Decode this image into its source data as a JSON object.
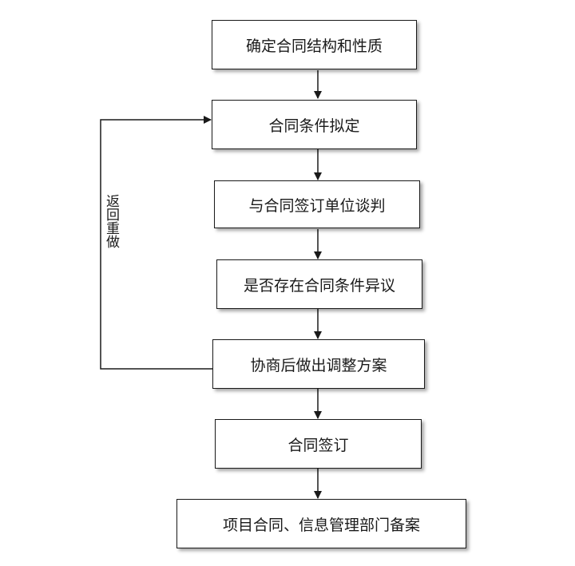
{
  "flow": {
    "steps": [
      {
        "label": "确定合同结构和性质"
      },
      {
        "label": "合同条件拟定"
      },
      {
        "label": "与合同签订单位谈判"
      },
      {
        "label": "是否存在合同条件异议"
      },
      {
        "label": "协商后做出调整方案"
      },
      {
        "label": "合同签订"
      },
      {
        "label": "项目合同、信息管理部门备案"
      }
    ],
    "loop_label": "返回重做"
  }
}
